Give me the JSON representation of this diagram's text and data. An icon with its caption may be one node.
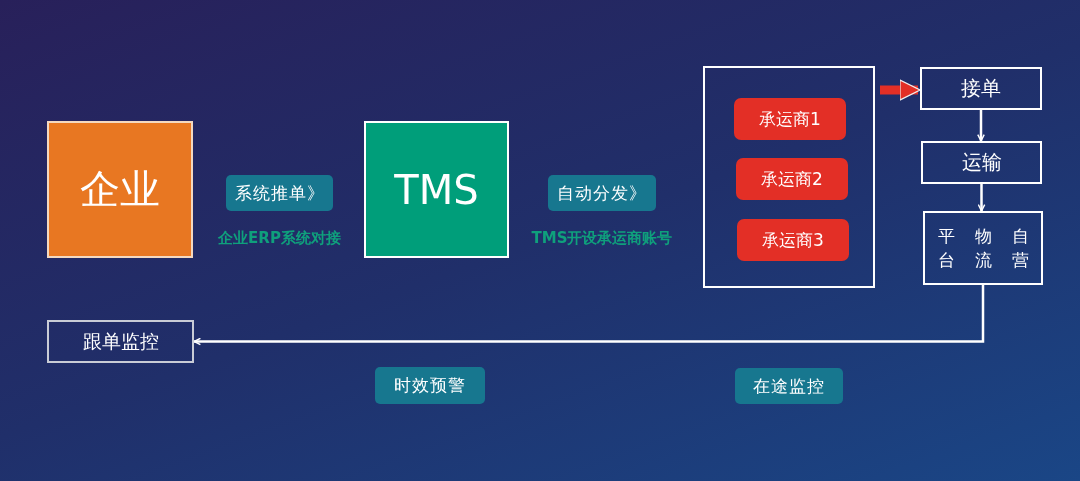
{
  "diagram": {
    "nodes": [
      {
        "text": [
          "企业"
        ]
      },
      {
        "text": [
          "系统推单》"
        ],
        "beside": [
          "企业ERP系统对接"
        ]
      },
      {
        "text": [
          "TMS"
        ]
      },
      {
        "text": [
          "自动分发》"
        ],
        "beside": [
          "TMS开设承运商账号"
        ]
      },
      {
        "text": [],
        "shape": "box"
      },
      {
        "text": [
          "承运商1"
        ],
        "in": 4
      },
      {
        "text": [
          "承运商2"
        ],
        "in": 4
      },
      {
        "text": [
          "承运商3"
        ],
        "in": 4
      },
      {
        "text": [
          "接单"
        ]
      },
      {
        "text": [
          "运输"
        ]
      },
      {
        "text": [
          "自营物流平台"
        ]
      },
      {
        "text": [
          "跟单监控"
        ]
      },
      {
        "text": [
          "时效预警"
        ]
      },
      {
        "text": [
          "在途监控"
        ]
      }
    ],
    "edges": [
      {
        "from": 4,
        "to": 8,
        "arrow": "to",
        "style": "thick",
        "color": "#e32f26"
      },
      {
        "from": 8,
        "to": 9,
        "arrow": "to"
      },
      {
        "from": 9,
        "to": 10,
        "arrow": "to"
      },
      {
        "from": 10,
        "to": 11,
        "arrow": "to"
      }
    ]
  }
}
